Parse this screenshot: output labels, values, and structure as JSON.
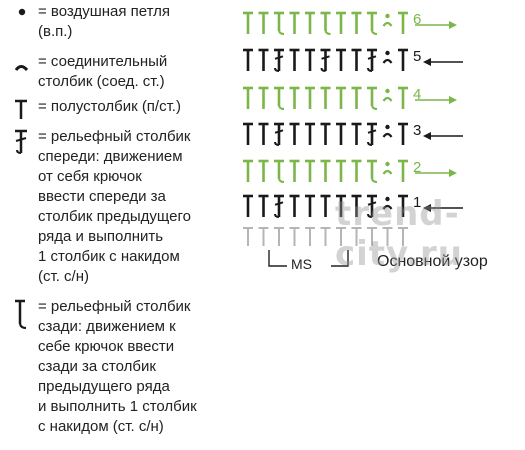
{
  "legend": [
    {
      "symbol": "chain-dot",
      "text": "= воздушная петля\n(в.п.)"
    },
    {
      "symbol": "slip-stitch",
      "text": "= соединительный\nстолбик (соед. ст.)"
    },
    {
      "symbol": "half-double",
      "text": "= полустолбик (п/ст.)"
    },
    {
      "symbol": "front-post",
      "text": "= рельефный столбик\nспереди: движением\nот себя крючок\nввести спереди за\nстолбик предыдущего\nряда и выполнить\n1 столбик с накидом\n(ст. с/н)"
    },
    {
      "symbol": "back-post",
      "text": "= рельефный столбик\nсзади: движением к\nсебе крючок ввести\nсзади за столбик\nпредыдущего ряда\nи выполнить 1 столбик\nс накидом (ст. с/н)"
    }
  ],
  "diagram": {
    "rows": [
      {
        "number": "6",
        "direction": "right",
        "color": "green",
        "stitches": [
          "T",
          "T",
          "B",
          "T",
          "T",
          "B",
          "T",
          "T",
          "B",
          "C",
          "T"
        ]
      },
      {
        "number": "5",
        "direction": "left",
        "color": "black",
        "stitches": [
          "T",
          "T",
          "F",
          "T",
          "T",
          "F",
          "T",
          "T",
          "F",
          "C",
          "T"
        ]
      },
      {
        "number": "4",
        "direction": "right",
        "color": "green",
        "stitches": [
          "T",
          "T",
          "B",
          "T",
          "T",
          "T",
          "T",
          "T",
          "B",
          "C",
          "T"
        ]
      },
      {
        "number": "3",
        "direction": "left",
        "color": "black",
        "stitches": [
          "T",
          "T",
          "F",
          "T",
          "T",
          "T",
          "T",
          "T",
          "F",
          "C",
          "T"
        ]
      },
      {
        "number": "2",
        "direction": "right",
        "color": "green",
        "stitches": [
          "T",
          "T",
          "B",
          "T",
          "T",
          "T",
          "T",
          "T",
          "B",
          "C",
          "T"
        ]
      },
      {
        "number": "1",
        "direction": "left",
        "color": "black",
        "stitches": [
          "T",
          "T",
          "F",
          "T",
          "T",
          "T",
          "T",
          "T",
          "F",
          "C",
          "T"
        ]
      }
    ],
    "foundation_count": 11,
    "ms_label": "MS",
    "caption": "Основной узор",
    "watermark": "trend-city.ru"
  },
  "colors": {
    "green": "#7ab648",
    "black": "#1a1a1a",
    "foundation": "#b5b5b5"
  }
}
